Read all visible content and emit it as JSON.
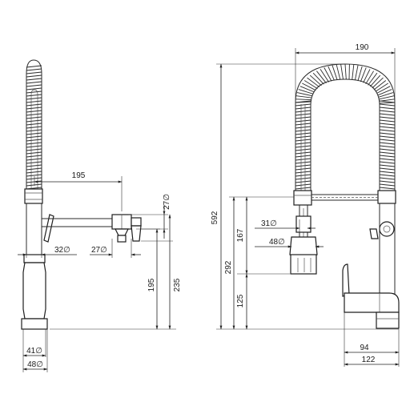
{
  "left_view": {
    "dim_spout_reach": "195",
    "dim_outlet_diameter": "27∅",
    "dim_body_diameter": "32∅",
    "dim_connector_diameter": "27∅",
    "dim_body_height": "195",
    "dim_total_height": "235",
    "dim_base_41": "41∅",
    "dim_base_48": "48∅"
  },
  "right_view": {
    "dim_width": "190",
    "dim_total_height": "592",
    "dim_hook_height": "167",
    "dim_spray_height": "292",
    "dim_base_height": "125",
    "dim_spray_31": "31∅",
    "dim_spray_48": "48∅",
    "dim_depth_94": "94",
    "dim_depth_122": "122"
  }
}
